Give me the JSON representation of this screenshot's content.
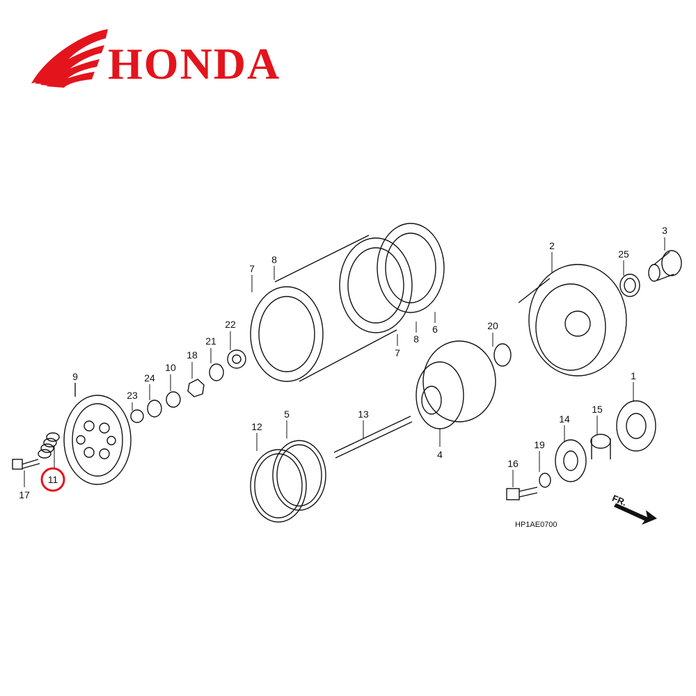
{
  "brand": {
    "logo_text": "HONDA",
    "color": "#e3141c"
  },
  "diagram": {
    "code": "HP1AE0700",
    "direction_label": "FR.",
    "highlighted_part": "11",
    "parts": [
      "1",
      "2",
      "3",
      "4",
      "5",
      "6",
      "7",
      "7",
      "8",
      "8",
      "9",
      "10",
      "11",
      "12",
      "13",
      "14",
      "15",
      "16",
      "17",
      "18",
      "19",
      "20",
      "21",
      "22",
      "23",
      "24",
      "25"
    ]
  }
}
